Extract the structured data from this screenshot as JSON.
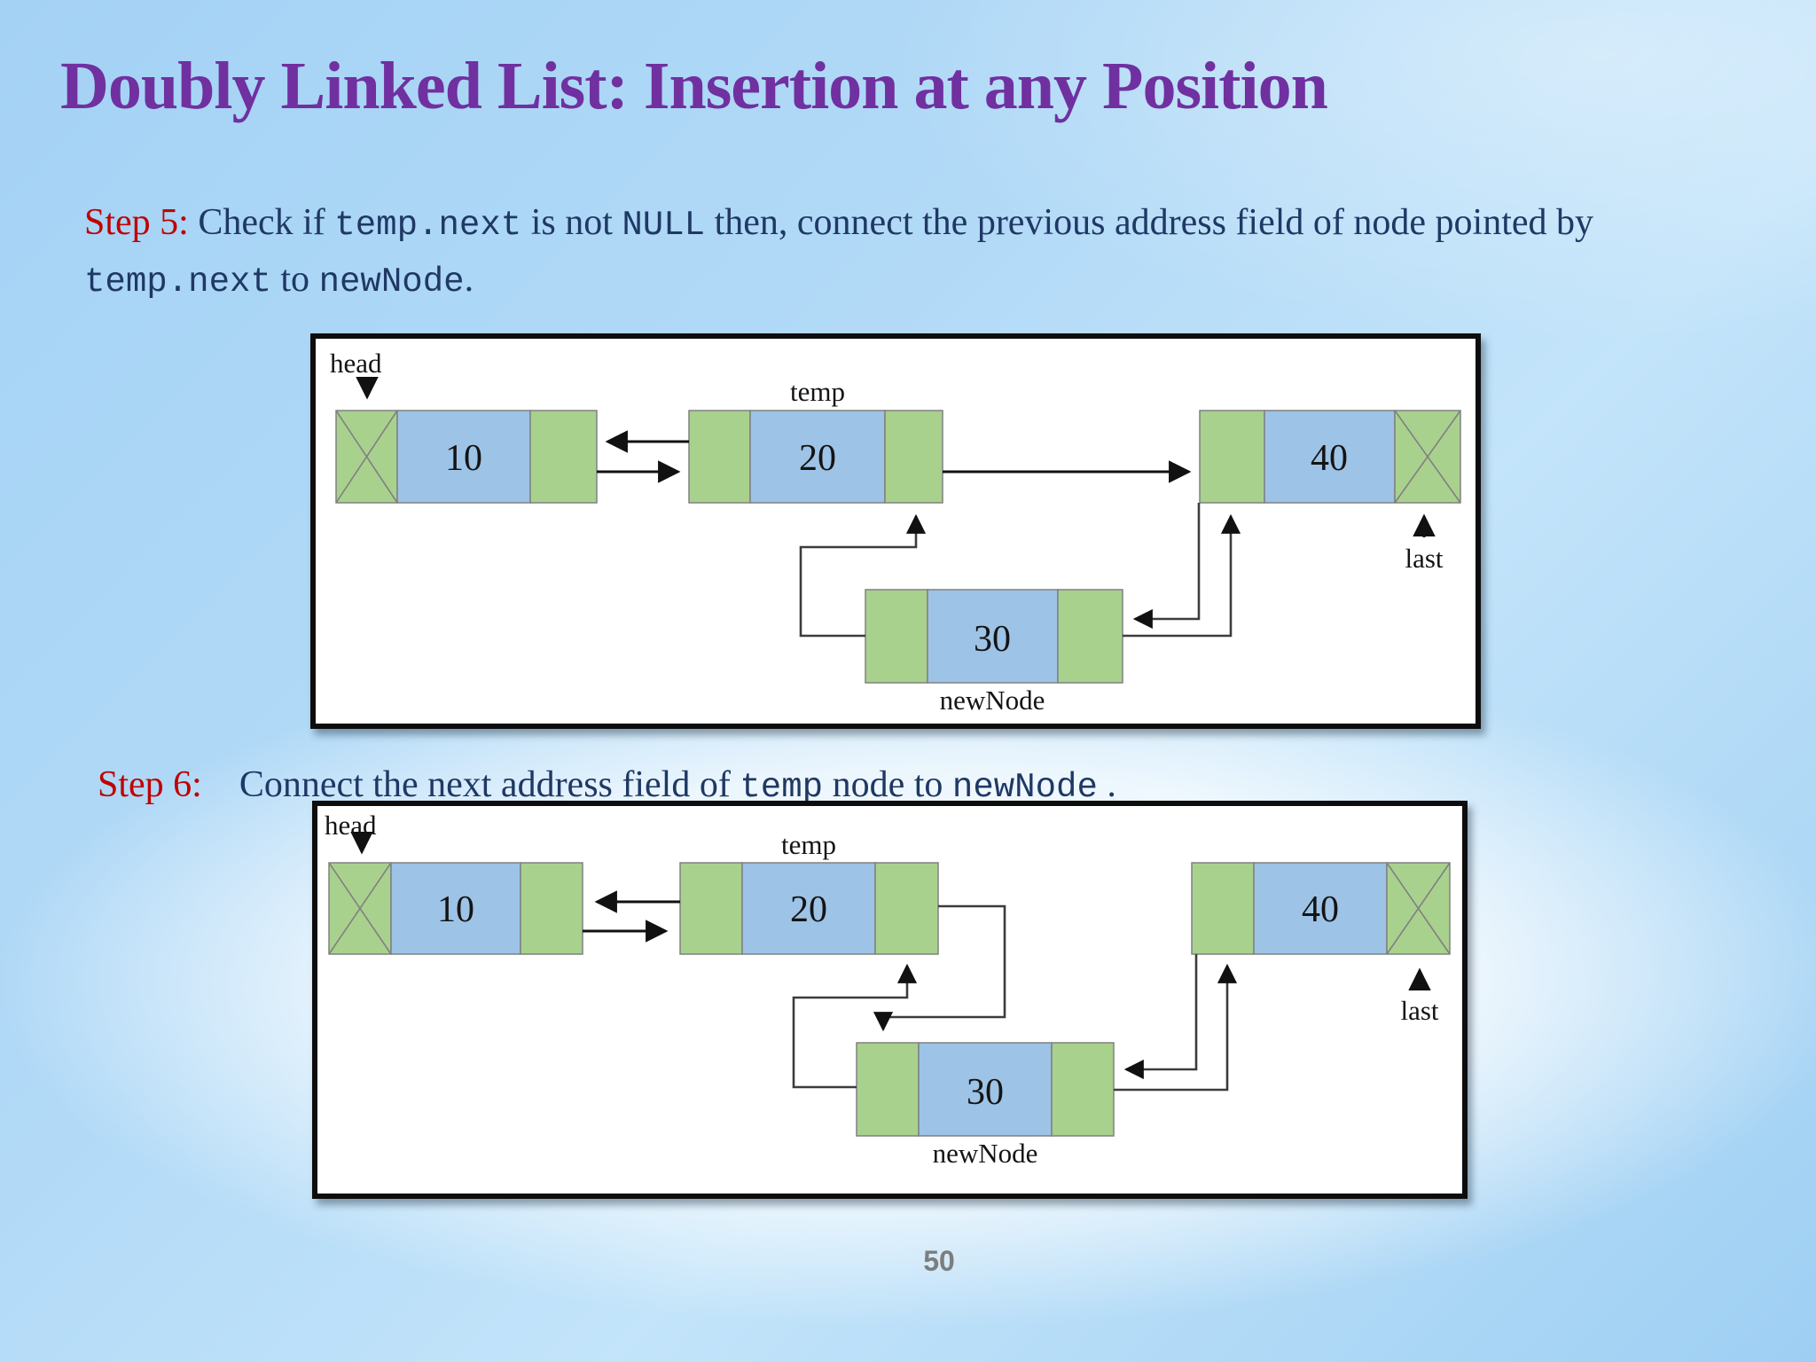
{
  "slide": {
    "title": "Doubly Linked List: Insertion at any Position",
    "page_number": "50"
  },
  "step5": {
    "label": "Step 5:",
    "segments": [
      {
        "t": " Check if ",
        "m": false
      },
      {
        "t": "temp.next",
        "m": true
      },
      {
        "t": " is not ",
        "m": false
      },
      {
        "t": "NULL",
        "m": true
      },
      {
        "t": " then, connect the previous address field of node pointed by ",
        "m": false
      },
      {
        "t": "temp.next",
        "m": true
      },
      {
        "t": " to ",
        "m": false
      },
      {
        "t": "newNode",
        "m": true
      },
      {
        "t": ".",
        "m": false
      }
    ]
  },
  "step6": {
    "label": "Step 6:",
    "segments": [
      {
        "t": "Connect the next address field of ",
        "m": false
      },
      {
        "t": "temp",
        "m": true
      },
      {
        "t": " node to ",
        "m": false
      },
      {
        "t": "newNode",
        "m": true
      },
      {
        "t": " .",
        "m": false
      }
    ]
  },
  "diagram1": {
    "labels": {
      "head": "head",
      "temp": "temp",
      "last": "last",
      "newNode": "newNode"
    },
    "nodes": {
      "n10": "10",
      "n20": "20",
      "n30": "30",
      "n40": "40"
    }
  },
  "diagram2": {
    "labels": {
      "head": "head",
      "temp": "temp",
      "last": "last",
      "newNode": "newNode"
    },
    "nodes": {
      "n10": "10",
      "n20": "20",
      "n30": "30",
      "n40": "40"
    }
  },
  "colors": {
    "title_purple": "#7030A0",
    "step_red": "#C00000",
    "text_navy": "#1F3864",
    "node_green": "#A9D18E",
    "node_blue": "#9DC3E6",
    "page_gray": "#7d7d7d"
  }
}
